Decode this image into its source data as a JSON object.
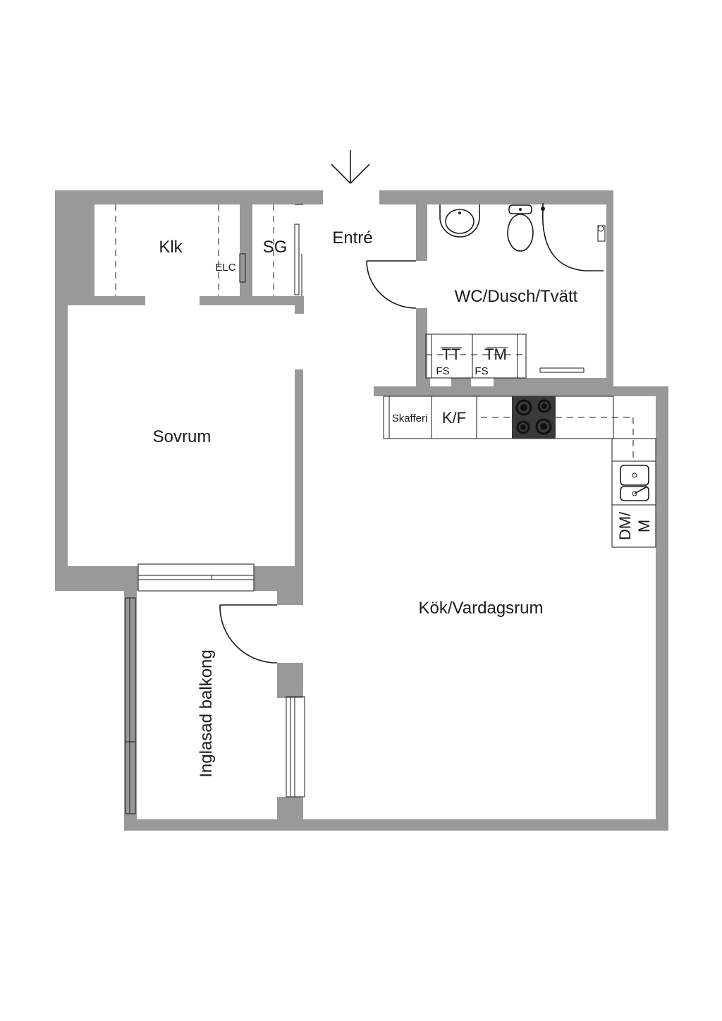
{
  "rooms": {
    "klk": "Klk",
    "sg": "SG",
    "entre": "Entré",
    "wc": "WC/Dusch/Tvätt",
    "sovrum": "Sovrum",
    "kok": "Kök/Vardagsrum",
    "balkong": "Inglasad balkong"
  },
  "fixtures": {
    "elc": "ELC",
    "tt": "TT",
    "tm": "TM",
    "fs": "FS",
    "skafferi": "Skafferi",
    "kf": "K/F",
    "dm": "DM/",
    "m": "M"
  },
  "icons": {
    "entrance": "arrow-down-icon",
    "stove": "stove-icon",
    "sink": "sink-icon",
    "toilet": "toilet-icon",
    "washbasin": "washbasin-icon",
    "shower": "shower-icon"
  },
  "colors": {
    "wall": "#999999",
    "line": "#1a1a1a",
    "stove": "#3a3a3a"
  }
}
